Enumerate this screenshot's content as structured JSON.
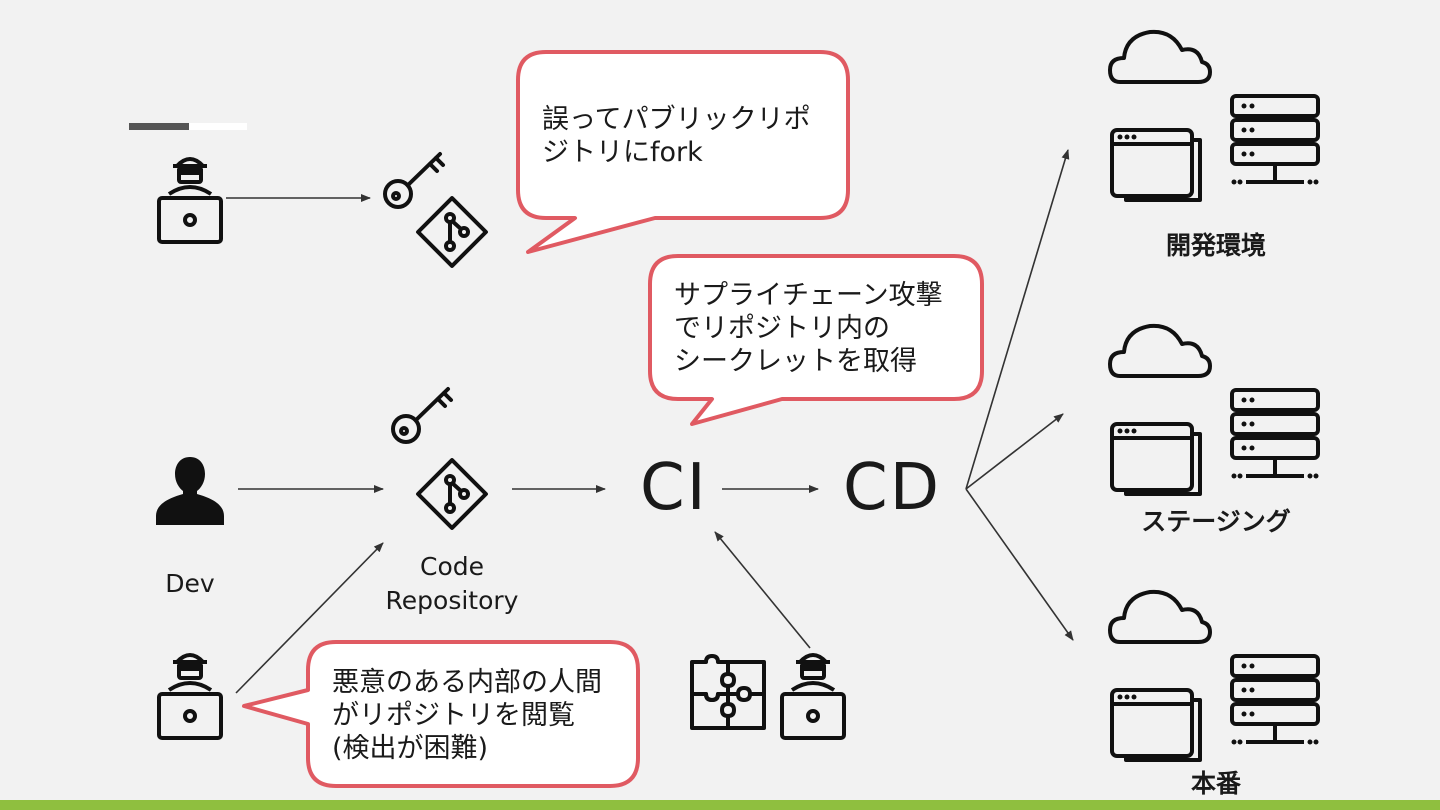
{
  "nodes": {
    "dev_label": "Dev",
    "repo_label": "Code\nRepository",
    "ci": "CI",
    "cd": "CD"
  },
  "environments": {
    "dev": "開発環境",
    "staging": "ステージング",
    "prod": "本番"
  },
  "callouts": {
    "fork": "誤ってパブリックリポ\nジトリにfork",
    "supply_chain": "サプライチェーン攻撃\nでリポジトリ内の\nシークレットを取得",
    "insider": "悪意のある内部の人間\nがリポジトリを閲覧\n(検出が困難)"
  },
  "colors": {
    "callout_border": "#e05a62",
    "footer": "#8fbf3f",
    "background": "#f2f2f2"
  }
}
